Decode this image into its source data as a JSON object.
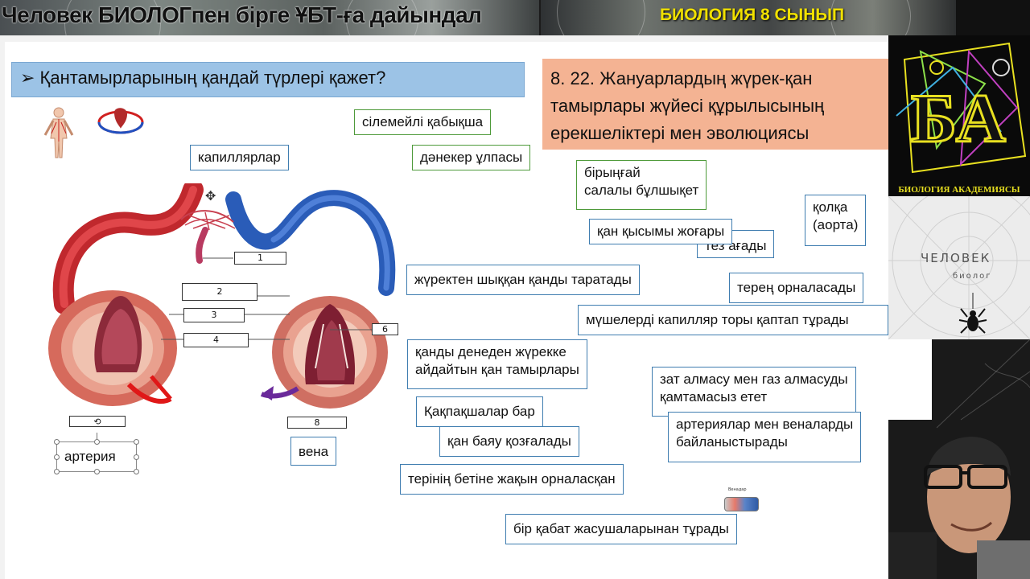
{
  "banner": {
    "left_title": "Человек БИОЛОГпен бірге ҰБТ-ға дайындал",
    "right_title": "БИОЛОГИЯ 8 СЫНЫП"
  },
  "slide": {
    "question": "➢ Қантамырларының қандай түрлері қажет?",
    "title_lines": [
      "8. 22. Жануарлардың жүрек-қан",
      "тамырлары жүйесі құрылысының",
      "ерекшеліктері мен эволюциясы"
    ],
    "diagram_numbers": [
      "1",
      "2",
      "3",
      "4",
      "6",
      "8"
    ],
    "labels": {
      "capillaries": "капиллярлар",
      "artery": "артерия",
      "vein": "вена",
      "mucous": "сілемейлі қабықша",
      "connective": "дәнекер ұлпасы",
      "single_layer_line1": "бірыңғай",
      "single_layer_line2": "салалы бұлшықет",
      "high_pressure": "қан қысымы жоғары",
      "fast_flow_partial": "тез ағады",
      "aorta_line1": "қолқа",
      "aorta_line2": "(аорта)",
      "from_heart": "жүректен шыққан қанды таратады",
      "deep": "терең орналасады",
      "capillary_net": "мүшелерді капилляр торы қаптап тұрады",
      "to_heart_line1": "қанды денеден жүрекке",
      "to_heart_line2": "айдайтын қан тамырлары",
      "exchange_line1": "зат алмасу мен газ алмасуды",
      "exchange_line2": "қамтамасыз етет",
      "valves": "Қақпақшалар бар",
      "connect_line1": "артериялар мен веналарды",
      "connect_line2": "байланыстырады",
      "slow_flow": "қан баяу қозғалады",
      "near_skin": "терінің бетіне жақын орналасқан",
      "single_cell": "бір қабат жасушаларынан тұрады",
      "small_icon_caption": "Венадар"
    }
  },
  "logo": {
    "caption": "БИОЛОГИЯ АКАДЕМИЯСЫ",
    "big_letters": "БА"
  },
  "brand_panel": {
    "title": "ЧЕЛОВЕК",
    "subtitle": "биолог"
  },
  "colors": {
    "question_bg": "#9cc3e6",
    "title_bg": "#f4b393",
    "label_green": "#4e9a3a",
    "label_blue": "#3f7db0",
    "label_red": "#cf5454",
    "banner_yellow": "#f0e000"
  }
}
